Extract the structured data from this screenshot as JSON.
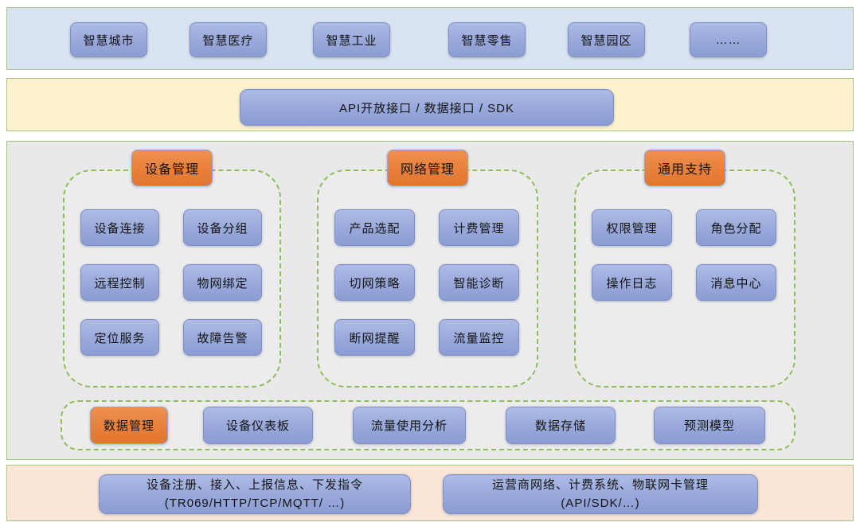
{
  "diagram": {
    "applications": {
      "chips": [
        "智慧城市",
        "智慧医疗",
        "智慧工业",
        "智慧零售",
        "智慧园区",
        "……"
      ]
    },
    "api_layer": {
      "label": "API开放接口 / 数据接口 / SDK"
    },
    "platform": {
      "groups": [
        {
          "title": "设备管理",
          "items": [
            "设备连接",
            "设备分组",
            "远程控制",
            "物网绑定",
            "定位服务",
            "故障告警"
          ]
        },
        {
          "title": "网络管理",
          "items": [
            "产品选配",
            "计费管理",
            "切网策略",
            "智能诊断",
            "断网提醒",
            "流量监控"
          ]
        },
        {
          "title": "通用支持",
          "items": [
            "权限管理",
            "角色分配",
            "操作日志",
            "消息中心"
          ]
        }
      ],
      "data_management": {
        "title": "数据管理",
        "items": [
          "设备仪表板",
          "流量使用分析",
          "数据存储",
          "预测模型"
        ]
      }
    },
    "infrastructure": {
      "cards": [
        {
          "line1": "设备注册、接入、上报信息、下发指令",
          "line2": "(TR069/HTTP/TCP/MQTT/ …)"
        },
        {
          "line1": "运营商网络、计费系统、物联网卡管理",
          "line2": "(API/SDK/…)"
        }
      ]
    },
    "colors": {
      "app_band_bg": "#dae3f1",
      "api_band_bg": "#fcf2cd",
      "platform_band_bg": "#e9e9e9",
      "infra_band_bg": "#fbe5d6",
      "band_border": "#a5c585",
      "dashed_border": "#8fbd58",
      "chip_blue": "#98a8da",
      "chip_blue_border": "#7f8fc6",
      "chip_orange": "#e8803b",
      "chip_orange_border": "#95a3cf"
    }
  }
}
